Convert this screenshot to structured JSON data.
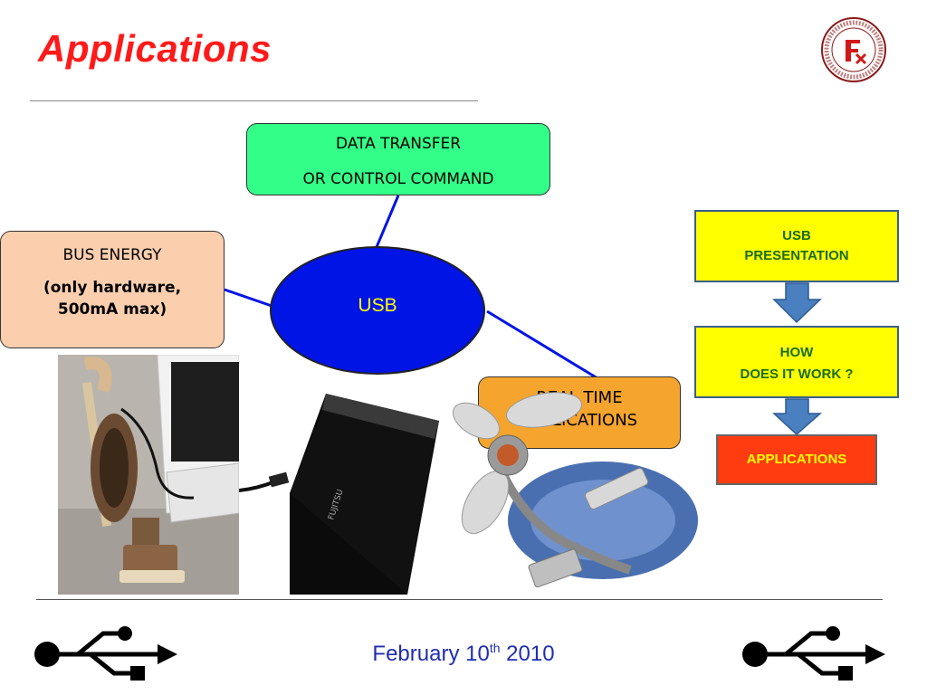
{
  "slide": {
    "title": "Applications",
    "colors": {
      "title": "#ff1a1a",
      "usb_ellipse": "#0014e6",
      "data_box": "#33ff88",
      "energy_box": "#fbcfae",
      "realtime_box": "#f5a52e",
      "nav_yellow": "#ffff00",
      "nav_red": "#ff3b10"
    }
  },
  "diagram": {
    "data_transfer": {
      "line1": "DATA TRANSFER",
      "line2": "OR CONTROL COMMAND"
    },
    "bus_energy": {
      "line1": "BUS ENERGY",
      "line2": "(only hardware,",
      "line3": "500mA max)"
    },
    "usb_label": "USB",
    "real_time": {
      "line1": "REAL TIME",
      "line2": "APPLICATIONS"
    }
  },
  "navigation": {
    "step1": {
      "line1": "USB",
      "line2": "PRESENTATION"
    },
    "step2": {
      "line1": "HOW",
      "line2": "DOES IT WORK ?"
    },
    "step3": "APPLICATIONS"
  },
  "photos": [
    "usb-vacuum-cleaner-photo",
    "external-hard-drive-photo",
    "usb-fan-photo"
  ],
  "footer": {
    "date_prefix": "February 10",
    "date_sup": "th",
    "date_year": " 2010"
  },
  "icons": [
    "university-logo",
    "usb-symbol-icon"
  ]
}
